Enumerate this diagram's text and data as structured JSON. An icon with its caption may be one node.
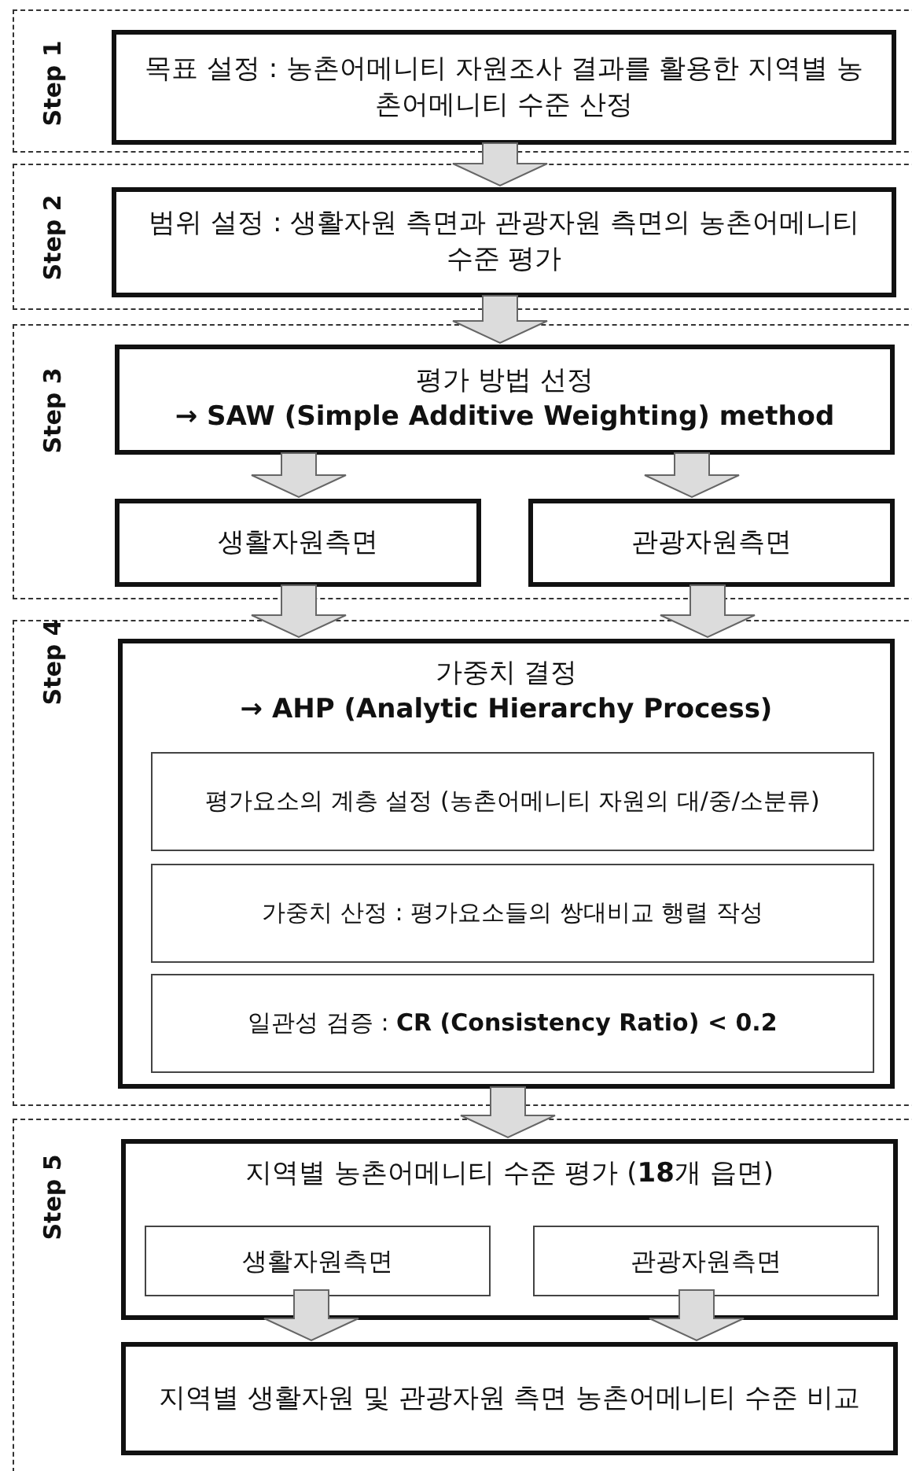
{
  "diagram": {
    "nodes": [
      {
        "text": [
          "Step 1"
        ]
      },
      {
        "text": [
          "목표 설정 : 농촌어메니티 자원조사 결과를 활용한 지역별 농촌어메니티 수준 산정"
        ],
        "in": 0
      },
      {
        "text": [
          "Step 2"
        ]
      },
      {
        "text": [
          "범위 설정 : 생활자원 측면과 관광자원 측면의 농촌어메니티 수준 평가"
        ],
        "in": 2
      },
      {
        "text": [
          "Step 3"
        ]
      },
      {
        "text": [
          "평가 방법 선정",
          "→ SAW (Simple Additive Weighting) method"
        ],
        "in": 4
      },
      {
        "text": [
          "생활자원측면"
        ],
        "in": 4
      },
      {
        "text": [
          "관광자원측면"
        ],
        "in": 4
      },
      {
        "text": [
          "Step 4"
        ]
      },
      {
        "text": [
          "가중치 결정",
          "→ AHP (Analytic Hierarchy Process)"
        ],
        "in": 8
      },
      {
        "text": [
          "평가요소의 계층 설정 (농촌어메니티 자원의 대/중/소분류)"
        ],
        "in": 9
      },
      {
        "text": [
          "가중치 산정 : 평가요소들의 쌍대비교 행렬 작성"
        ],
        "in": 9
      },
      {
        "text": [
          "일관성 검증 : **CR (Consistency Ratio) < 0.2**"
        ],
        "in": 9
      },
      {
        "text": [
          "Step 5"
        ]
      },
      {
        "text": [
          "지역별 농촌어메니티 수준 평가 (**18**개 읍면)"
        ],
        "in": 13
      },
      {
        "text": [
          "생활자원측면"
        ],
        "in": 14
      },
      {
        "text": [
          "관광자원측면"
        ],
        "in": 14
      },
      {
        "text": [
          "지역별 생활자원 및 관광자원 측면 농촌어메니티 수준 비교"
        ],
        "in": 13
      }
    ],
    "edges": [
      {
        "from": 1,
        "to": 3,
        "arrow": "to"
      },
      {
        "from": 3,
        "to": 5,
        "arrow": "to"
      },
      {
        "from": 5,
        "to": 6,
        "arrow": "to"
      },
      {
        "from": 5,
        "to": 7,
        "arrow": "to"
      },
      {
        "from": 6,
        "to": 9,
        "arrow": "to"
      },
      {
        "from": 7,
        "to": 9,
        "arrow": "to"
      },
      {
        "from": 9,
        "to": 14,
        "arrow": "to"
      },
      {
        "from": 15,
        "to": 17,
        "arrow": "to"
      },
      {
        "from": 16,
        "to": 17,
        "arrow": "to"
      }
    ]
  }
}
